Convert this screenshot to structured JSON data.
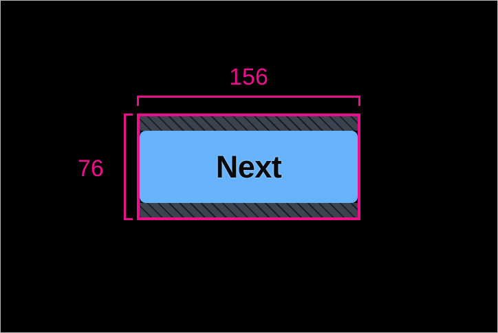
{
  "overlay": {
    "background_color": "#000000",
    "accent_color": "#ec0f8c",
    "frame_border_color": "#b8b8b8"
  },
  "element": {
    "label": "Next",
    "content_color": "#66b2fb",
    "padding_color": "#3c434e",
    "outline_color": "#ec0f8c",
    "text_color": "#0a0a0a"
  },
  "measurements": {
    "width": {
      "value": "156",
      "name": "width-dimension"
    },
    "height": {
      "value": "76",
      "name": "height-dimension"
    }
  }
}
